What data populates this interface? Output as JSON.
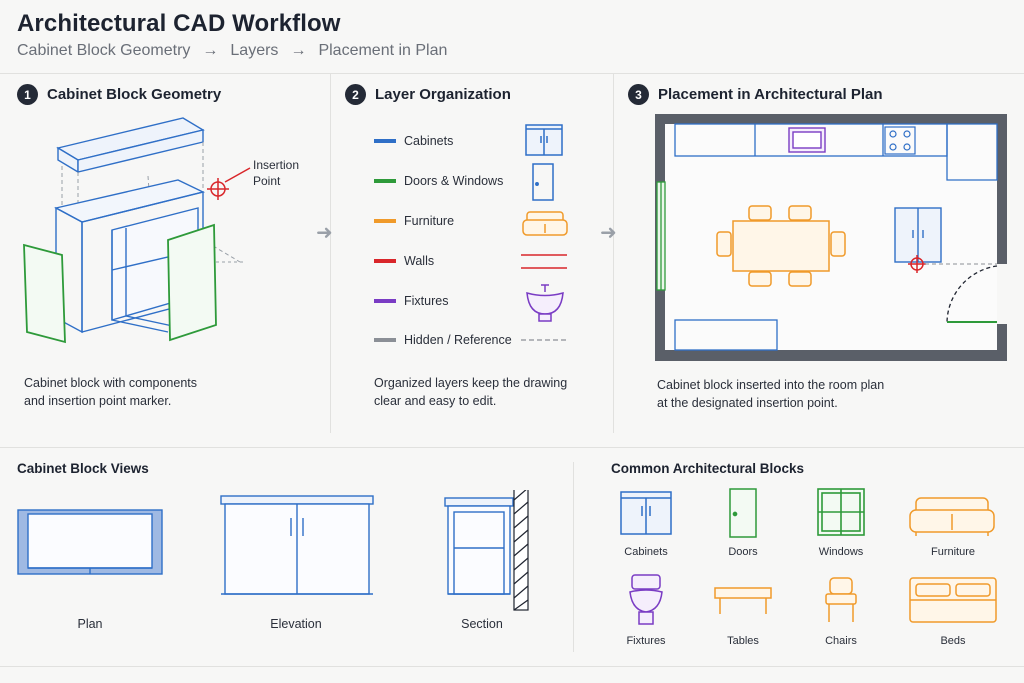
{
  "header": {
    "title": "Architectural CAD Workflow",
    "breadcrumb": [
      "Cabinet Block Geometry",
      "→",
      "Layers",
      "→",
      "Placement in Plan"
    ]
  },
  "steps": [
    {
      "num": "1",
      "title": "Cabinet Block Geometry",
      "caption": [
        "Cabinet block with components",
        "and insertion point marker."
      ],
      "callout": [
        "Insertion",
        "Point"
      ]
    },
    {
      "num": "2",
      "title": "Layer Organization",
      "caption": [
        "Organized layers keep the drawing",
        "clear and easy to edit."
      ]
    },
    {
      "num": "3",
      "title": "Placement in Architectural Plan",
      "caption": [
        "Cabinet block inserted into the room plan",
        "at the designated insertion point."
      ]
    }
  ],
  "layers": [
    {
      "label": "Cabinets",
      "color": "#2f6fc7",
      "icon": "cabinet-icon"
    },
    {
      "label": "Doors & Windows",
      "color": "#2e9a3a",
      "icon": "door-icon"
    },
    {
      "label": "Furniture",
      "color": "#f09a2a",
      "icon": "sofa-icon"
    },
    {
      "label": "Walls",
      "color": "#d9262a",
      "icon": "wall-lines-icon"
    },
    {
      "label": "Fixtures",
      "color": "#7a3cc4",
      "icon": "sink-icon"
    },
    {
      "label": "Hidden / Reference",
      "color": "#8b8f96",
      "icon": "dashed-line-icon"
    }
  ],
  "views": {
    "title": "Cabinet Block Views",
    "items": [
      "Plan",
      "Elevation",
      "Section"
    ]
  },
  "blocks": {
    "title": "Common Architectural Blocks",
    "items": [
      "Cabinets",
      "Doors",
      "Windows",
      "Furniture",
      "Fixtures",
      "Tables",
      "Chairs",
      "Beds"
    ]
  },
  "colors": {
    "cabinet": "#2f6fc7",
    "door": "#2e9a3a",
    "furniture": "#f09a2a",
    "wall": "#d9262a",
    "fixture": "#7a3cc4",
    "reference": "#8b8f96"
  }
}
